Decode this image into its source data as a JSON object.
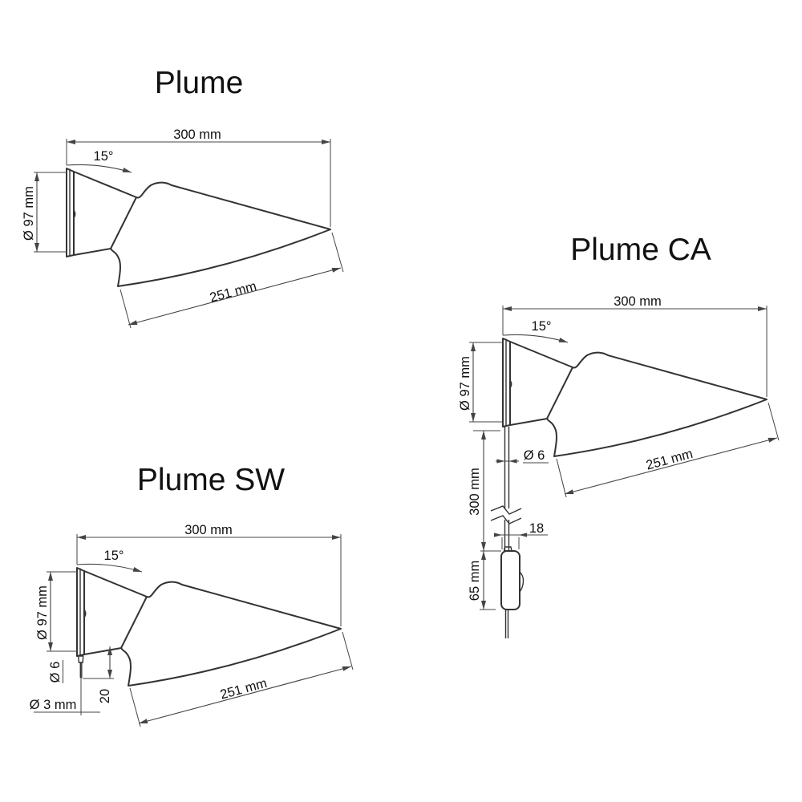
{
  "sheet": {
    "background": "#ffffff",
    "line_color": "#333333",
    "text_color": "#111111"
  },
  "drawings": {
    "plume": {
      "title": "Plume",
      "width": "300 mm",
      "angle": "15°",
      "diameter": "Ø 97 mm",
      "shade_length": "251 mm"
    },
    "plume_sw": {
      "title": "Plume SW",
      "width": "300 mm",
      "angle": "15°",
      "diameter": "Ø 97 mm",
      "shade_length": "251 mm",
      "stem_diameter": "Ø 6",
      "stem_length": "20",
      "pin_diameter": "Ø 3 mm"
    },
    "plume_ca": {
      "title": "Plume CA",
      "width": "300 mm",
      "angle": "15°",
      "diameter": "Ø 97 mm",
      "shade_length": "251 mm",
      "cable_diameter": "Ø 6",
      "cable_length": "300 mm",
      "switch_width": "18",
      "switch_length": "65 mm"
    }
  }
}
